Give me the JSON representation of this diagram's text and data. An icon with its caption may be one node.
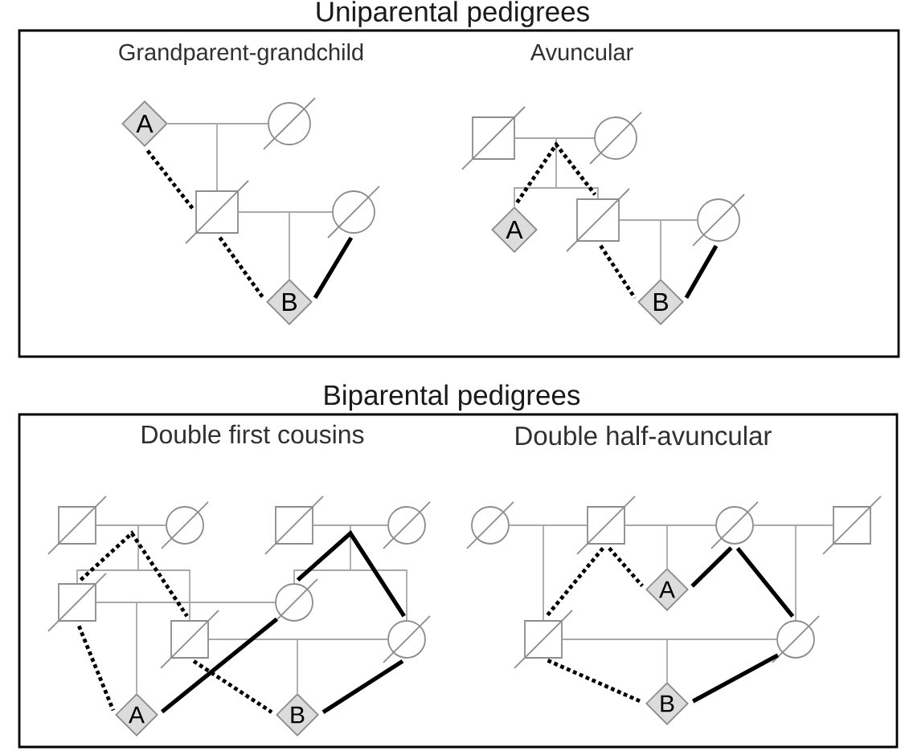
{
  "diagram": {
    "nodes": [
      {
        "text": [
          "Uniparental pedigrees",
          "Grandparent-grandchild",
          "Avuncular"
        ]
      },
      {
        "text": [
          "A"
        ],
        "in": 0
      },
      {
        "text": [],
        "shape": "circle",
        "in": 0
      },
      {
        "text": [],
        "shape": "box",
        "in": 0
      },
      {
        "text": [],
        "shape": "circle",
        "in": 0
      },
      {
        "text": [
          "B"
        ],
        "in": 0
      },
      {
        "text": [],
        "shape": "box",
        "in": 0
      },
      {
        "text": [],
        "shape": "circle",
        "in": 0
      },
      {
        "text": [
          "A"
        ],
        "in": 0
      },
      {
        "text": [],
        "shape": "box",
        "in": 0
      },
      {
        "text": [],
        "shape": "circle",
        "in": 0
      },
      {
        "text": [
          "B"
        ],
        "in": 0
      },
      {
        "text": [
          "Biparental pedigrees",
          "Double first cousins",
          "Double half-avuncular"
        ]
      },
      {
        "text": [],
        "shape": "box",
        "in": 12
      },
      {
        "text": [],
        "shape": "circle",
        "in": 12
      },
      {
        "text": [],
        "shape": "box",
        "in": 12
      },
      {
        "text": [],
        "shape": "circle",
        "in": 12
      },
      {
        "text": [],
        "shape": "box",
        "in": 12
      },
      {
        "text": [],
        "shape": "circle",
        "in": 12
      },
      {
        "text": [],
        "shape": "box",
        "in": 12
      },
      {
        "text": [],
        "shape": "circle",
        "in": 12
      },
      {
        "text": [
          "A"
        ],
        "in": 12
      },
      {
        "text": [
          "B"
        ],
        "in": 12
      },
      {
        "text": [],
        "shape": "circle",
        "in": 12
      },
      {
        "text": [],
        "shape": "box",
        "in": 12
      },
      {
        "text": [],
        "shape": "circle",
        "in": 12
      },
      {
        "text": [],
        "shape": "box",
        "in": 12
      },
      {
        "text": [
          "A"
        ],
        "in": 12
      },
      {
        "text": [],
        "shape": "box",
        "in": 12
      },
      {
        "text": [],
        "shape": "circle",
        "in": 12
      },
      {
        "text": [
          "B"
        ],
        "in": 12
      }
    ],
    "edges": [
      {
        "from": 1,
        "to": 2,
        "arrow": "none"
      },
      {
        "from": 1,
        "to": 3,
        "arrow": "none"
      },
      {
        "from": 2,
        "to": 3,
        "arrow": "none"
      },
      {
        "from": 3,
        "to": 4,
        "arrow": "none"
      },
      {
        "from": 3,
        "to": 5,
        "arrow": "none"
      },
      {
        "from": 4,
        "to": 5,
        "arrow": "none"
      },
      {
        "from": 6,
        "to": 7,
        "arrow": "none"
      },
      {
        "from": 6,
        "to": 8,
        "arrow": "none"
      },
      {
        "from": 7,
        "to": 8,
        "arrow": "none"
      },
      {
        "from": 6,
        "to": 9,
        "arrow": "none"
      },
      {
        "from": 7,
        "to": 9,
        "arrow": "none"
      },
      {
        "from": 9,
        "to": 10,
        "arrow": "none"
      },
      {
        "from": 9,
        "to": 11,
        "arrow": "none"
      },
      {
        "from": 10,
        "to": 11,
        "arrow": "none"
      },
      {
        "from": 13,
        "to": 14,
        "arrow": "none"
      },
      {
        "from": 13,
        "to": 17,
        "arrow": "none"
      },
      {
        "from": 14,
        "to": 17,
        "arrow": "none"
      },
      {
        "from": 13,
        "to": 19,
        "arrow": "none"
      },
      {
        "from": 14,
        "to": 19,
        "arrow": "none"
      },
      {
        "from": 15,
        "to": 16,
        "arrow": "none"
      },
      {
        "from": 15,
        "to": 18,
        "arrow": "none"
      },
      {
        "from": 16,
        "to": 18,
        "arrow": "none"
      },
      {
        "from": 15,
        "to": 20,
        "arrow": "none"
      },
      {
        "from": 16,
        "to": 20,
        "arrow": "none"
      },
      {
        "from": 17,
        "to": 18,
        "arrow": "none"
      },
      {
        "from": 17,
        "to": 21,
        "arrow": "none"
      },
      {
        "from": 18,
        "to": 21,
        "arrow": "none"
      },
      {
        "from": 19,
        "to": 20,
        "arrow": "none"
      },
      {
        "from": 19,
        "to": 22,
        "arrow": "none"
      },
      {
        "from": 20,
        "to": 22,
        "arrow": "none"
      },
      {
        "from": 23,
        "to": 24,
        "arrow": "none"
      },
      {
        "from": 23,
        "to": 28,
        "arrow": "none"
      },
      {
        "from": 24,
        "to": 28,
        "arrow": "none"
      },
      {
        "from": 24,
        "to": 25,
        "arrow": "none"
      },
      {
        "from": 24,
        "to": 27,
        "arrow": "none"
      },
      {
        "from": 25,
        "to": 27,
        "arrow": "none"
      },
      {
        "from": 25,
        "to": 26,
        "arrow": "none"
      },
      {
        "from": 25,
        "to": 29,
        "arrow": "none"
      },
      {
        "from": 26,
        "to": 29,
        "arrow": "none"
      },
      {
        "from": 28,
        "to": 29,
        "arrow": "none"
      },
      {
        "from": 28,
        "to": 30,
        "arrow": "none"
      },
      {
        "from": 29,
        "to": 30,
        "arrow": "none"
      },
      {
        "from": 1,
        "to": 3,
        "arrow": "none",
        "style": "dashed",
        "color": "#000000"
      },
      {
        "from": 3,
        "to": 5,
        "arrow": "none",
        "style": "dashed",
        "color": "#000000"
      },
      {
        "from": 4,
        "to": 5,
        "arrow": "none",
        "style": "thick",
        "color": "#000000"
      },
      {
        "from": 8,
        "to": 9,
        "arrow": "none",
        "style": "dashed",
        "color": "#000000"
      },
      {
        "from": 9,
        "to": 11,
        "arrow": "none",
        "style": "dashed",
        "color": "#000000"
      },
      {
        "from": 10,
        "to": 11,
        "arrow": "none",
        "style": "thick",
        "color": "#000000"
      },
      {
        "from": 17,
        "to": 19,
        "arrow": "none",
        "style": "dashed",
        "color": "#000000"
      },
      {
        "from": 18,
        "to": 20,
        "arrow": "none",
        "style": "thick",
        "color": "#000000"
      },
      {
        "from": 17,
        "to": 21,
        "arrow": "none",
        "style": "dashed",
        "color": "#000000"
      },
      {
        "from": 19,
        "to": 22,
        "arrow": "none",
        "style": "dashed",
        "color": "#000000"
      },
      {
        "from": 18,
        "to": 21,
        "arrow": "none",
        "style": "thick",
        "color": "#000000"
      },
      {
        "from": 20,
        "to": 22,
        "arrow": "none",
        "style": "thick",
        "color": "#000000"
      },
      {
        "from": 24,
        "to": 28,
        "arrow": "none",
        "style": "dashed",
        "color": "#000000"
      },
      {
        "from": 24,
        "to": 27,
        "arrow": "none",
        "style": "dashed",
        "color": "#000000"
      },
      {
        "from": 28,
        "to": 30,
        "arrow": "none",
        "style": "dashed",
        "color": "#000000"
      },
      {
        "from": 27,
        "to": 25,
        "arrow": "none",
        "style": "thick",
        "color": "#000000"
      },
      {
        "from": 25,
        "to": 29,
        "arrow": "none",
        "style": "thick",
        "color": "#000000"
      },
      {
        "from": 30,
        "to": 29,
        "arrow": "none",
        "style": "thick",
        "color": "#000000"
      }
    ]
  }
}
